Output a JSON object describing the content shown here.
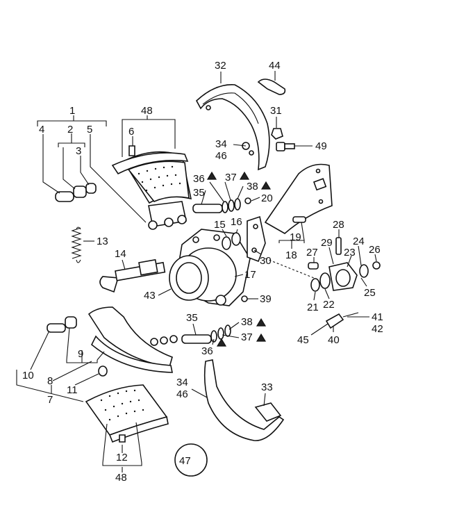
{
  "callouts": [
    {
      "id": "c1",
      "text": "1"
    },
    {
      "id": "c2",
      "text": "2"
    },
    {
      "id": "c3",
      "text": "3"
    },
    {
      "id": "c4",
      "text": "4"
    },
    {
      "id": "c5",
      "text": "5"
    },
    {
      "id": "c6",
      "text": "6"
    },
    {
      "id": "c48a",
      "text": "48"
    },
    {
      "id": "c32",
      "text": "32"
    },
    {
      "id": "c44",
      "text": "44"
    },
    {
      "id": "c31",
      "text": "31"
    },
    {
      "id": "c49",
      "text": "49"
    },
    {
      "id": "c34a",
      "text": "34"
    },
    {
      "id": "c46a",
      "text": "46"
    },
    {
      "id": "c36a",
      "text": "36"
    },
    {
      "id": "c37a",
      "text": "37"
    },
    {
      "id": "c38a",
      "text": "38"
    },
    {
      "id": "c35a",
      "text": "35"
    },
    {
      "id": "c20",
      "text": "20"
    },
    {
      "id": "c13",
      "text": "13"
    },
    {
      "id": "c15",
      "text": "15"
    },
    {
      "id": "c16",
      "text": "16"
    },
    {
      "id": "c19",
      "text": "19"
    },
    {
      "id": "c18",
      "text": "18"
    },
    {
      "id": "c28",
      "text": "28"
    },
    {
      "id": "c29",
      "text": "29"
    },
    {
      "id": "c24",
      "text": "24"
    },
    {
      "id": "c26",
      "text": "26"
    },
    {
      "id": "c27",
      "text": "27"
    },
    {
      "id": "c23",
      "text": "23"
    },
    {
      "id": "c25",
      "text": "25"
    },
    {
      "id": "c14",
      "text": "14"
    },
    {
      "id": "c17",
      "text": "17"
    },
    {
      "id": "c30",
      "text": "30"
    },
    {
      "id": "c43",
      "text": "43"
    },
    {
      "id": "c39",
      "text": "39"
    },
    {
      "id": "c21",
      "text": "21"
    },
    {
      "id": "c22",
      "text": "22"
    },
    {
      "id": "c41",
      "text": "41"
    },
    {
      "id": "c42",
      "text": "42"
    },
    {
      "id": "c40",
      "text": "40"
    },
    {
      "id": "c45",
      "text": "45"
    },
    {
      "id": "c35b",
      "text": "35"
    },
    {
      "id": "c38b",
      "text": "38"
    },
    {
      "id": "c37b",
      "text": "37"
    },
    {
      "id": "c36b",
      "text": "36"
    },
    {
      "id": "c10",
      "text": "10"
    },
    {
      "id": "c9",
      "text": "9"
    },
    {
      "id": "c8",
      "text": "8"
    },
    {
      "id": "c11",
      "text": "11"
    },
    {
      "id": "c7",
      "text": "7"
    },
    {
      "id": "c34b",
      "text": "34"
    },
    {
      "id": "c46b",
      "text": "46"
    },
    {
      "id": "c33",
      "text": "33"
    },
    {
      "id": "c12",
      "text": "12"
    },
    {
      "id": "c48b",
      "text": "48"
    },
    {
      "id": "c47",
      "text": "47"
    }
  ],
  "colors": {
    "line": "#111111",
    "fill": "#ffffff",
    "dark": "#222222"
  }
}
